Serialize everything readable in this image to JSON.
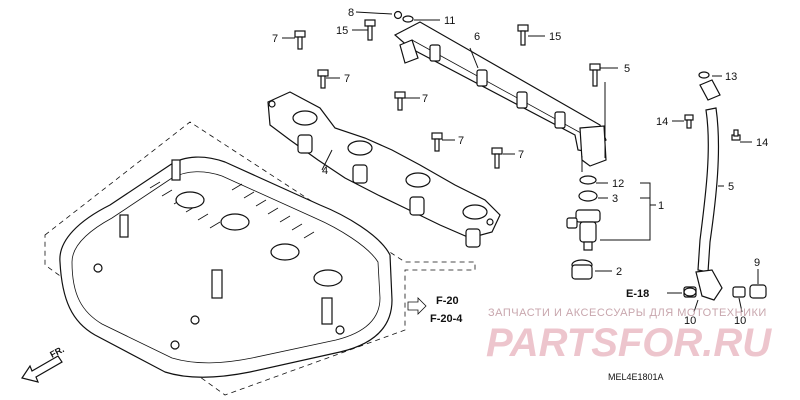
{
  "callouts": {
    "c1": "1",
    "c2": "2",
    "c3": "3",
    "c4": "4",
    "c5a": "5",
    "c5b": "5",
    "c6": "6",
    "c7a": "7",
    "c7b": "7",
    "c7c": "7",
    "c7d": "7",
    "c7e": "7",
    "c8": "8",
    "c9": "9",
    "c10a": "10",
    "c10b": "10",
    "c11": "11",
    "c12": "12",
    "c13": "13",
    "c14a": "14",
    "c14b": "14",
    "c15a": "15",
    "c15b": "15"
  },
  "references": {
    "e18": "E-18",
    "f20": "F-20",
    "f204": "F-20-4"
  },
  "front_marker": "FR.",
  "diagram_code": "MEL4E1801A",
  "watermark": {
    "caption": "ЗАПЧАСТИ И АКСЕССУАРЫ ДЛЯ МОТОТЕХНИКИ",
    "brand": "PARTSFOR.RU"
  },
  "colors": {
    "line": "#111111",
    "watermark": "#e8b2bd"
  }
}
